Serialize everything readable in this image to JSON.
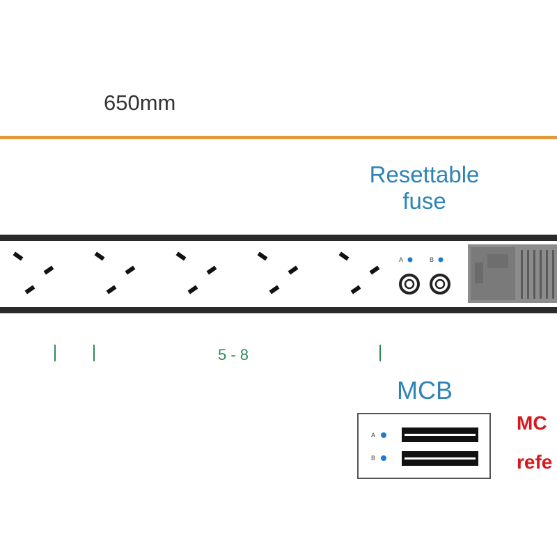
{
  "dimension": {
    "length_label": "650mm",
    "line_color": "#e59a3a"
  },
  "fuse": {
    "label_line1": "Resettable",
    "label_line2": "fuse",
    "color": "#2d83b6"
  },
  "pdu": {
    "socket_count": 5,
    "socket_colors": {
      "slot": "#111111",
      "body": "#ffffff",
      "frame": "#2a2a2a"
    },
    "fuse_indicators": [
      "A",
      "B"
    ],
    "indicator_color": "#1f7bd0"
  },
  "group": {
    "label": "5 - 8",
    "color": "#2e8b57"
  },
  "mcb": {
    "label": "MCB",
    "indicators": [
      "A",
      "B"
    ]
  },
  "note": {
    "line1": "MC",
    "line2": "refe",
    "color": "#d7191f"
  }
}
